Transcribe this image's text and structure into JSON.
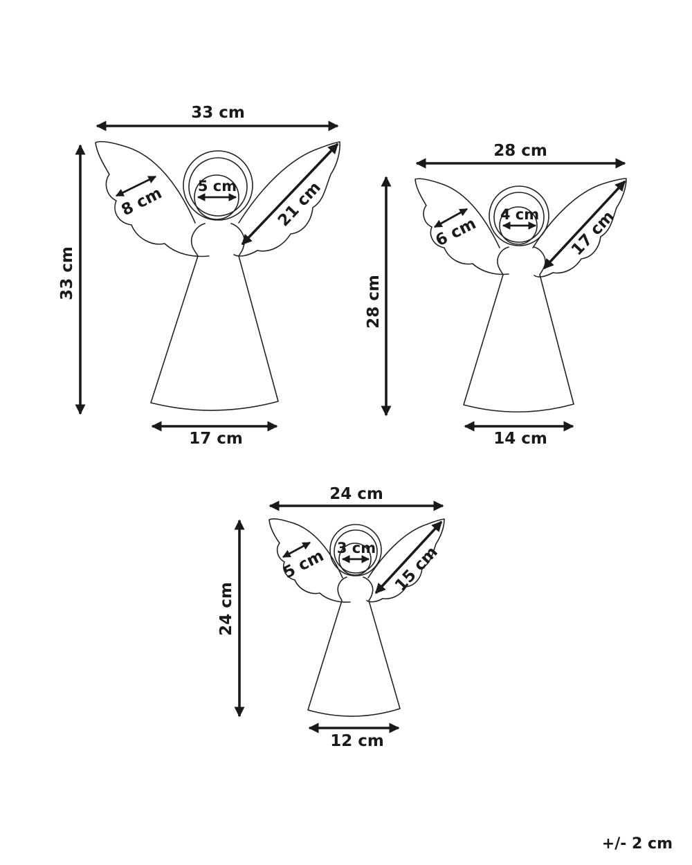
{
  "angels": [
    {
      "name": "large",
      "width_label": "33 cm",
      "height_label": "33 cm",
      "base_label": "17 cm",
      "wing_label": "21 cm",
      "wing_inner_label": "8 cm",
      "face_label": "5 cm"
    },
    {
      "name": "medium",
      "width_label": "28 cm",
      "height_label": "28 cm",
      "base_label": "14 cm",
      "wing_label": "17 cm",
      "wing_inner_label": "6 cm",
      "face_label": "4 cm"
    },
    {
      "name": "small",
      "width_label": "24 cm",
      "height_label": "24 cm",
      "base_label": "12 cm",
      "wing_label": "15 cm",
      "wing_inner_label": "5 cm",
      "face_label": "3 cm"
    }
  ],
  "tolerance": "+/- 2 cm",
  "colors": {
    "line": "#1a1a1a",
    "background": "#ffffff"
  }
}
